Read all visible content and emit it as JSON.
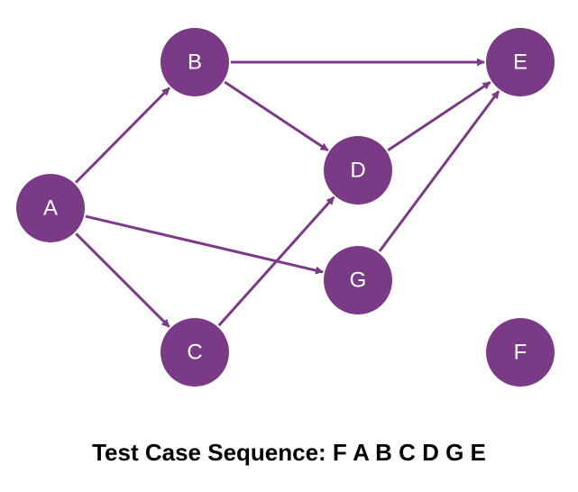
{
  "colors": {
    "node_fill": "#7b3a85",
    "edge_stroke": "#7b3a85",
    "label": "#ffffff",
    "caption": "#000000"
  },
  "nodes": [
    {
      "id": "A",
      "label": "A"
    },
    {
      "id": "B",
      "label": "B"
    },
    {
      "id": "C",
      "label": "C"
    },
    {
      "id": "D",
      "label": "D"
    },
    {
      "id": "E",
      "label": "E"
    },
    {
      "id": "F",
      "label": "F"
    },
    {
      "id": "G",
      "label": "G"
    }
  ],
  "edges": [
    {
      "from": "A",
      "to": "B"
    },
    {
      "from": "A",
      "to": "C"
    },
    {
      "from": "A",
      "to": "G"
    },
    {
      "from": "B",
      "to": "E"
    },
    {
      "from": "B",
      "to": "D"
    },
    {
      "from": "C",
      "to": "D"
    },
    {
      "from": "D",
      "to": "E"
    },
    {
      "from": "G",
      "to": "E"
    }
  ],
  "caption": {
    "text": "Test Case Sequence: F A B C D G E"
  }
}
